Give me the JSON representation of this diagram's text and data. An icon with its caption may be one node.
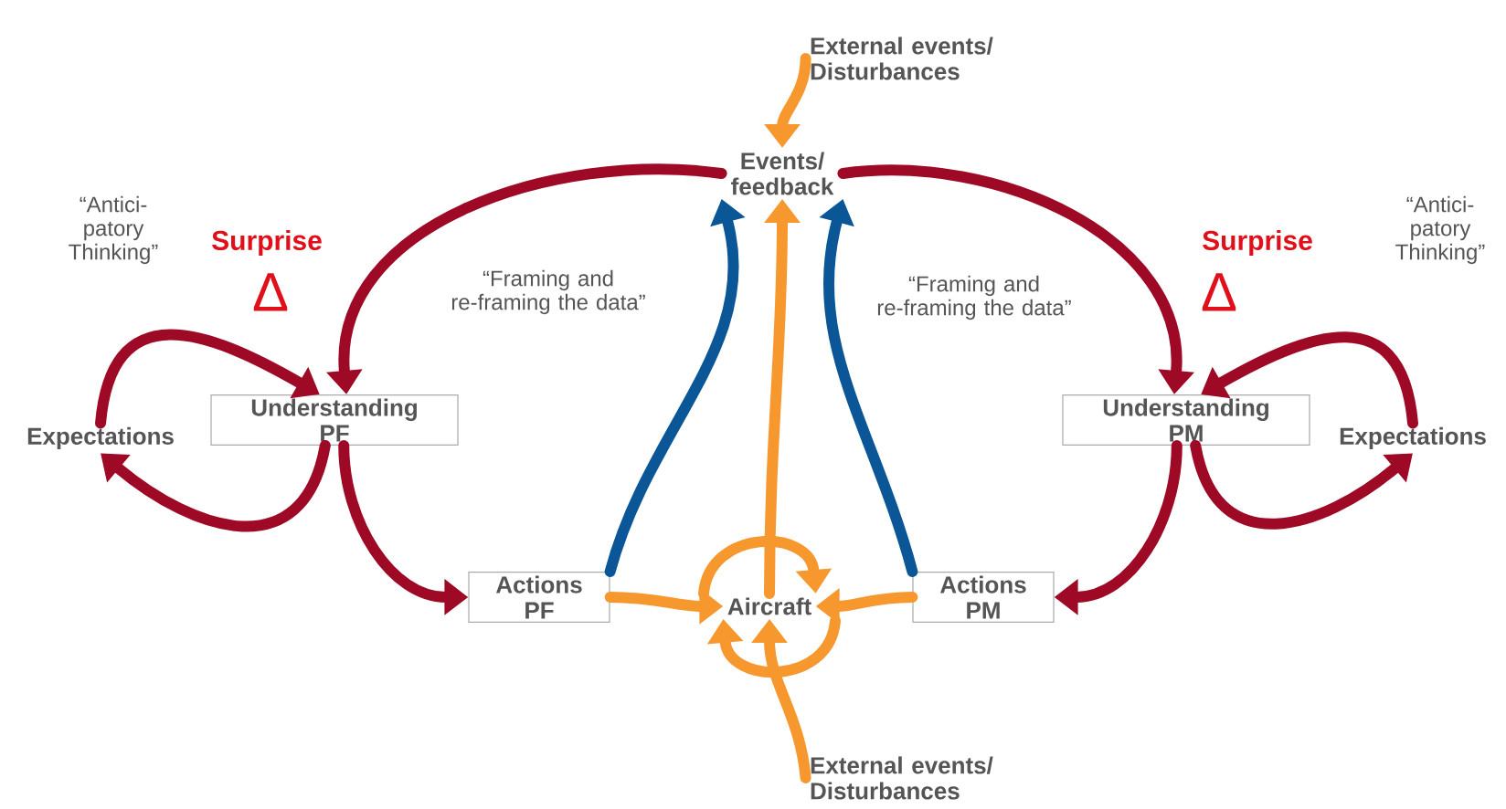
{
  "diagram": {
    "nodes": [
      {
        "text": [
          "Events/ feedback"
        ]
      },
      {
        "text": [
          "Understanding PF"
        ]
      },
      {
        "text": [
          "Expectations"
        ]
      },
      {
        "text": [
          "Actions PF"
        ]
      },
      {
        "text": [
          "Aircraft"
        ]
      },
      {
        "text": [
          "Actions PM"
        ]
      },
      {
        "text": [
          "Understanding PM"
        ]
      },
      {
        "text": [
          "Expectations"
        ]
      },
      {
        "text": [
          "External events/ Disturbances"
        ]
      },
      {
        "text": [
          "External events/ Disturbances"
        ]
      }
    ],
    "edges": [
      {
        "from": 0,
        "to": 1,
        "arrow": "to"
      },
      {
        "from": 0,
        "to": 6,
        "arrow": "to"
      },
      {
        "from": 2,
        "to": 1,
        "arrow": "to"
      },
      {
        "from": 1,
        "to": 2,
        "arrow": "to"
      },
      {
        "from": 1,
        "to": 3,
        "arrow": "to"
      },
      {
        "from": 3,
        "to": 0,
        "arrow": "to",
        "color": "#0a5697"
      },
      {
        "from": 3,
        "to": 4,
        "arrow": "to",
        "color": "#f7982f"
      },
      {
        "from": 4,
        "to": 0,
        "arrow": "to",
        "color": "#f7982f"
      },
      {
        "from": 5,
        "to": 4,
        "arrow": "to",
        "color": "#f7982f"
      },
      {
        "from": 5,
        "to": 0,
        "arrow": "to",
        "color": "#0a5697"
      },
      {
        "from": 6,
        "to": 5,
        "arrow": "to"
      },
      {
        "from": 6,
        "to": 7,
        "arrow": "to"
      },
      {
        "from": 7,
        "to": 6,
        "arrow": "to"
      },
      {
        "from": 8,
        "to": 0,
        "arrow": "to",
        "color": "#f7982f"
      },
      {
        "from": 9,
        "to": 4,
        "arrow": "to",
        "color": "#f7982f"
      },
      {
        "from": null,
        "to": 4,
        "arrow": "to",
        "color": "#f7982f"
      },
      {
        "from": null,
        "to": 4,
        "arrow": "to",
        "color": "#f7982f"
      }
    ],
    "labels": [
      "“Antici-patory Thinking”",
      "Surprise",
      "Surprise",
      "“Antici-patory Thinking”",
      "Δ",
      "“Framing and re-framing the data”",
      "“Framing and re-framing the data”",
      "Δ"
    ]
  }
}
